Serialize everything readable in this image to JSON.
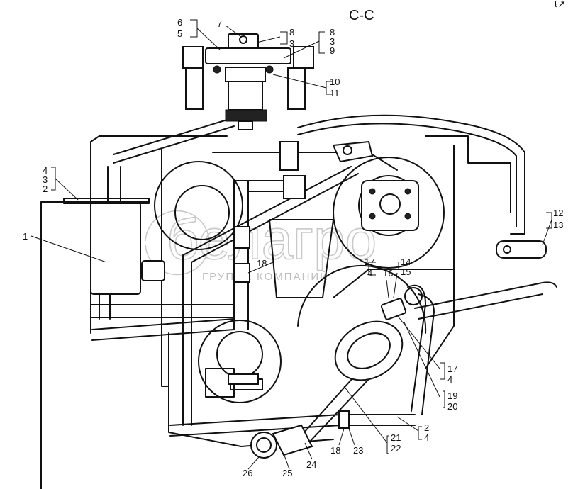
{
  "section_title": "С-С",
  "corner_mark": "ℓ↗",
  "watermark": {
    "brand": "белагро",
    "subtitle": "ГРУППА КОМПАНИЙ"
  },
  "callouts": {
    "c1": "1",
    "c2a": "2",
    "c3a": "3",
    "c4a": "4",
    "c5": "5",
    "c6": "6",
    "c7": "7",
    "c8a": "8",
    "c3b": "3",
    "c8b": "8",
    "c3c": "3",
    "c9": "9",
    "c10": "10",
    "c11": "11",
    "c12": "12",
    "c13": "13",
    "c14": "14",
    "c15": "15",
    "c16": "16",
    "c17a": "17",
    "c4b": "4",
    "c18a": "18",
    "c17b": "17",
    "c4c": "4",
    "c19": "19",
    "c20": "20",
    "c2b": "2",
    "c4d": "4",
    "c21": "21",
    "c22": "22",
    "c18b": "18",
    "c23": "23",
    "c24": "24",
    "c25": "25",
    "c26": "26"
  }
}
